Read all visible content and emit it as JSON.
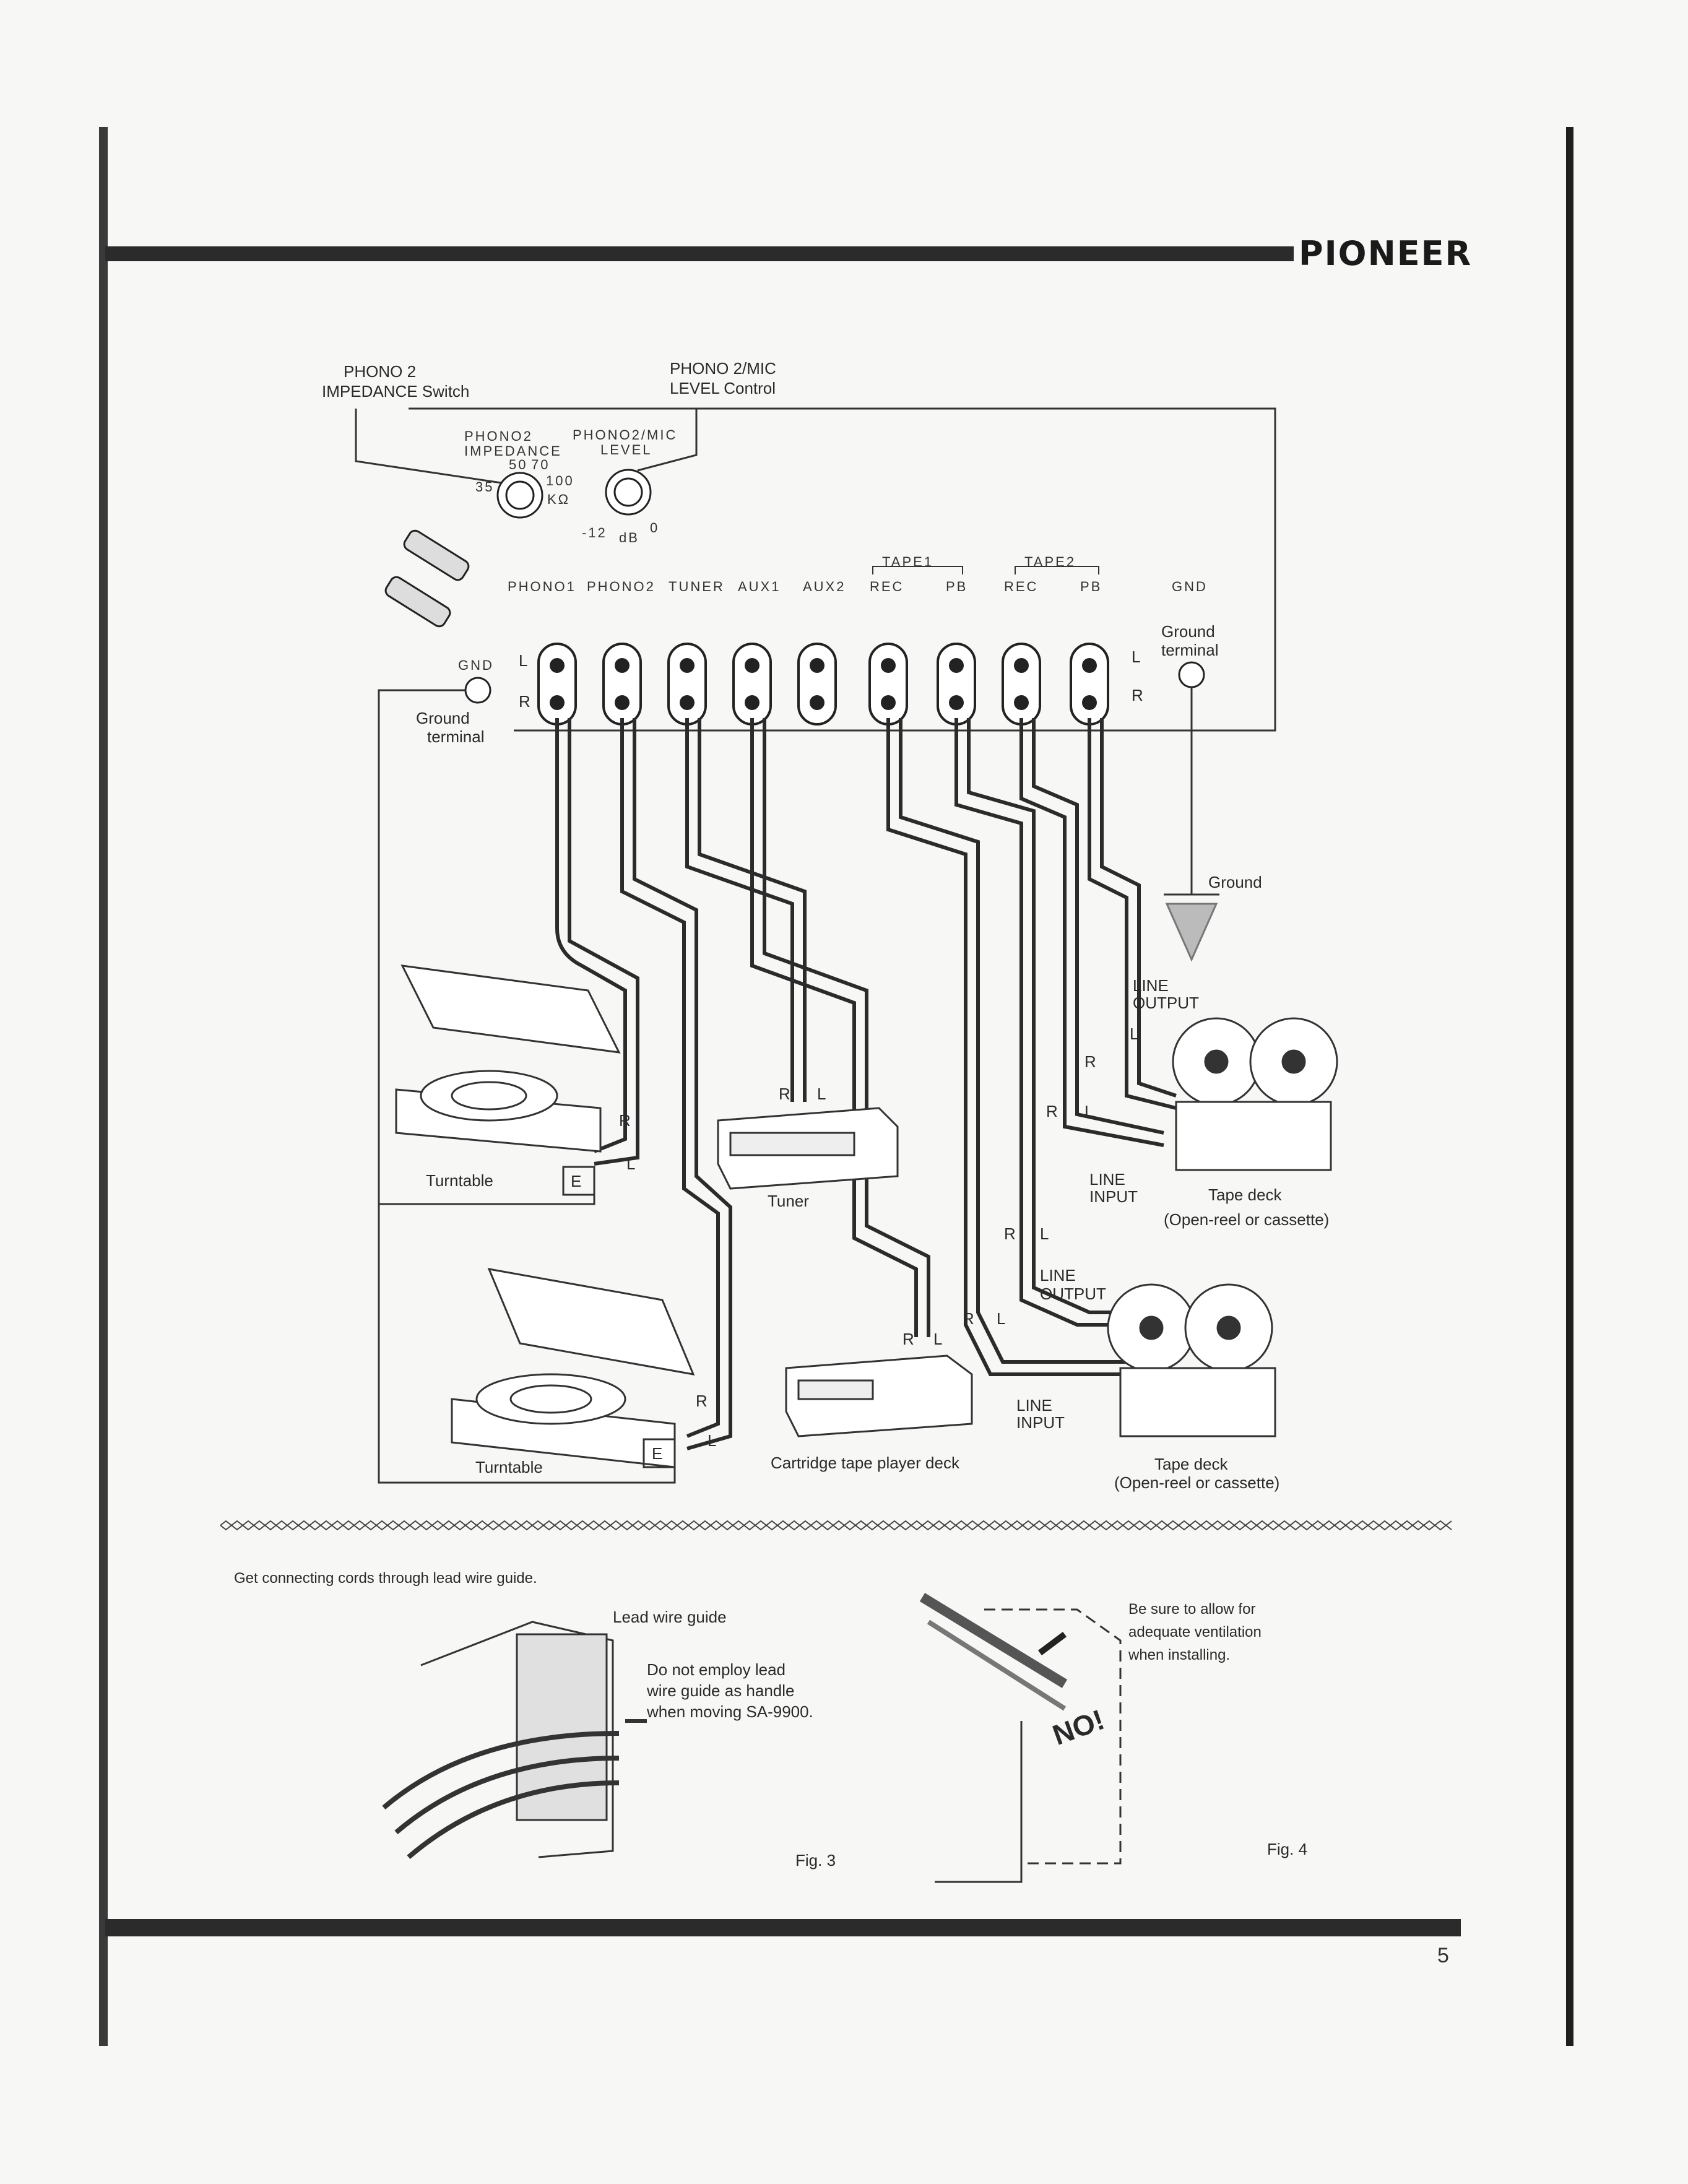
{
  "brand": "PIONEER",
  "page_number": "5",
  "callouts": {
    "phono2_impedance": [
      "PHONO 2",
      "IMPEDANCE Switch"
    ],
    "phono2_mic_level": [
      "PHONO 2/MIC",
      "LEVEL Control"
    ]
  },
  "panel": {
    "impedance_label": [
      "PHONO2",
      "IMPEDANCE"
    ],
    "impedance_values": {
      "v35": "35",
      "v50": "50",
      "v70": "70",
      "v100": "100",
      "unit": "KΩ"
    },
    "level_label": [
      "PHONO2/MIC",
      "LEVEL"
    ],
    "level_values": {
      "min": "-12",
      "unit": "dB",
      "max": "0"
    },
    "tape1_label": "TAPE1",
    "tape2_label": "TAPE2",
    "jack_labels": [
      "PHONO1",
      "PHONO2",
      "TUNER",
      "AUX1",
      "AUX2",
      "REC",
      "PB",
      "REC",
      "PB"
    ],
    "gnd_label": "GND",
    "left_gnd": "GND",
    "ch_left": "L",
    "ch_right": "R",
    "ground_terminal_right": [
      "Ground",
      "terminal"
    ],
    "ground_terminal_left": [
      "Ground",
      "terminal"
    ]
  },
  "devices": {
    "ground": "Ground",
    "turntable1": "Turntable",
    "turntable2": "Turntable",
    "tuner": "Tuner",
    "cartridge": "Cartridge tape player deck",
    "tape_deck1": [
      "Tape deck",
      "(Open-reel or cassette)"
    ],
    "tape_deck2": [
      "Tape deck",
      "(Open-reel or cassette)"
    ],
    "line_output": [
      "LINE",
      "OUTPUT"
    ],
    "line_input": [
      "LINE",
      "INPUT"
    ],
    "earth": "E",
    "r": "R",
    "l": "L"
  },
  "fig3": {
    "heading": "Get connecting cords through lead wire guide.",
    "lead_wire_guide": "Lead wire guide",
    "warning": [
      "Do not employ lead",
      "wire guide as handle",
      "when moving SA-9900."
    ],
    "caption": "Fig. 3"
  },
  "fig4": {
    "note": [
      "Be sure to allow for",
      "adequate ventilation",
      "when installing."
    ],
    "no": "NO!",
    "caption": "Fig. 4"
  }
}
